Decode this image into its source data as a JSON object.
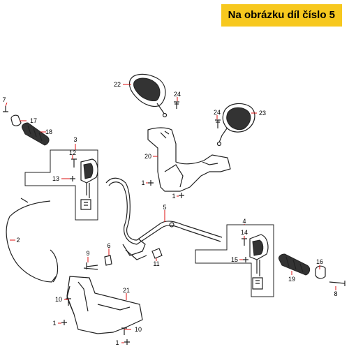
{
  "banner": {
    "text": "Na obrázku díl číslo 5"
  },
  "labels": {
    "l1a": "1",
    "l1b": "1",
    "l1c": "1",
    "l1d": "1",
    "l2": "2",
    "l3": "3",
    "l4": "4",
    "l5": "5",
    "l6": "6",
    "l7": "7",
    "l8": "8",
    "l9": "9",
    "l10a": "10",
    "l10b": "10",
    "l11": "11",
    "l12": "12",
    "l13": "13",
    "l14": "14",
    "l15": "15",
    "l16": "16",
    "l17": "17",
    "l18": "18",
    "l19": "19",
    "l20": "20",
    "l21": "21",
    "l22": "22",
    "l23": "23",
    "l24a": "24",
    "l24b": "24"
  }
}
